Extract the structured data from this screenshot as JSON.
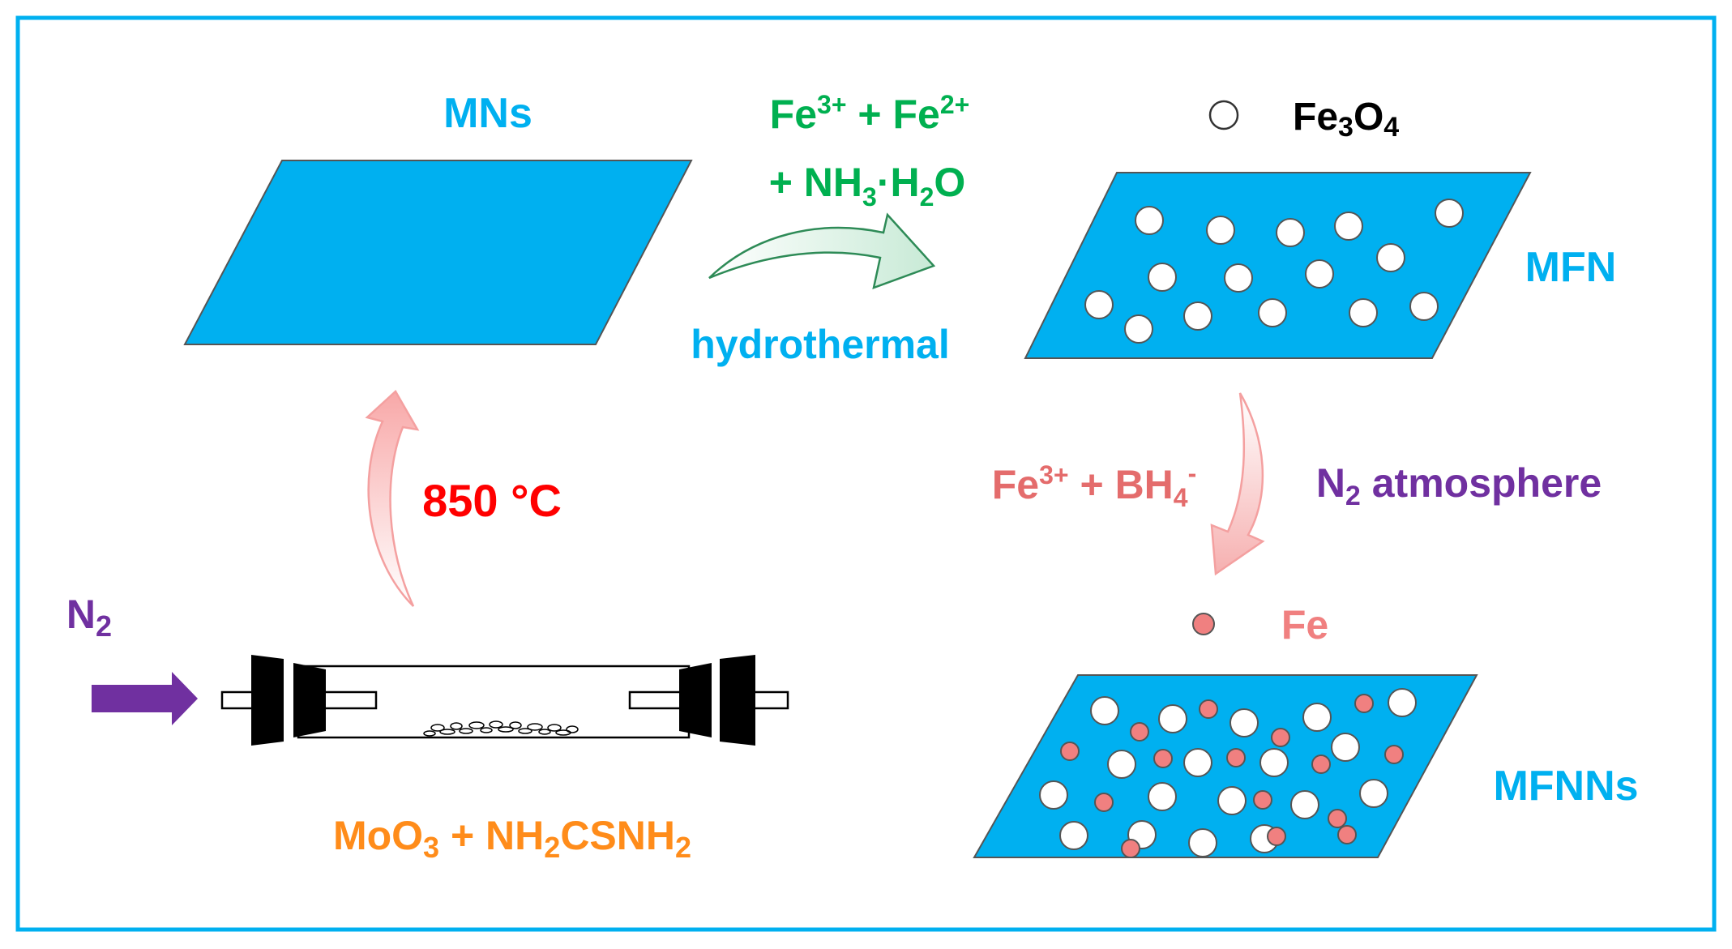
{
  "labels": {
    "mns": "MNs",
    "mfn": "MFN",
    "mfnns": "MFNNs",
    "fe3o4_prefix": "Fe",
    "fe3o4_sub1": "3",
    "fe3o4_mid": "O",
    "fe3o4_sub2": "4",
    "fe_legend": "Fe",
    "step1_line1_a": "Fe",
    "step1_line1_sup1": "3+",
    "step1_line1_b": " + Fe",
    "step1_line1_sup2": "2+",
    "step1_line2_a": "+ NH",
    "step1_line2_sub1": "3",
    "step1_line2_b": "·H",
    "step1_line2_sub2": "2",
    "step1_line2_c": "O",
    "hydrothermal": "hydrothermal",
    "temperature": "850 °C",
    "n2_a": "N",
    "n2_sub": "2",
    "reagents_a": "MoO",
    "reagents_sub1": "3",
    "reagents_b": " + NH",
    "reagents_sub2": "2",
    "reagents_c": "CSNH",
    "reagents_sub3": "2",
    "reduction_a": "Fe",
    "reduction_sup1": "3+",
    "reduction_b": " + BH",
    "reduction_sub": "4",
    "reduction_sup2": "-",
    "atmosphere_a": "N",
    "atmosphere_sub": "2",
    "atmosphere_b": " atmosphere"
  },
  "colors": {
    "sheet": "#00b0f0",
    "frame": "#00b0f0",
    "green": "#00b050",
    "red": "#ff0000",
    "orange": "#ff8c1a",
    "purple": "#7030a0",
    "salmon": "#e46c6c",
    "pink_particle": "#f08080",
    "black": "#000000"
  }
}
